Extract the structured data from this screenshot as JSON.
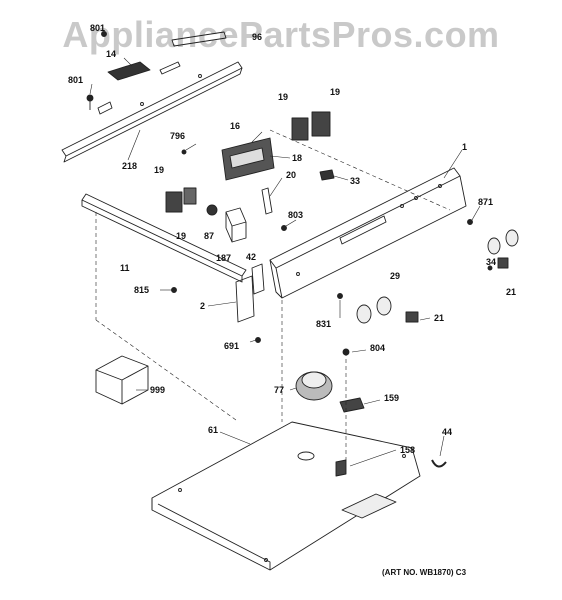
{
  "watermark": "AppliancePartsPros.com",
  "art_number": "(ART NO. WB1870) C3",
  "callouts": {
    "c801_top": "801",
    "c96": "96",
    "c14": "14",
    "c801": "801",
    "c218": "218",
    "c19_a": "19",
    "c19_b": "19",
    "c16": "16",
    "c18": "18",
    "c796": "796",
    "c1": "1",
    "c20": "20",
    "c33": "33",
    "c19_c": "19",
    "c19_d": "19",
    "c87": "87",
    "c871": "871",
    "c803": "803",
    "c11": "11",
    "c187": "187",
    "c42": "42",
    "c34": "34",
    "c21_a": "21",
    "c29": "29",
    "c815": "815",
    "c2": "2",
    "c831": "831",
    "c21_b": "21",
    "c691": "691",
    "c804": "804",
    "c77": "77",
    "c999": "999",
    "c159": "159",
    "c61": "61",
    "c44": "44",
    "c158": "158"
  }
}
